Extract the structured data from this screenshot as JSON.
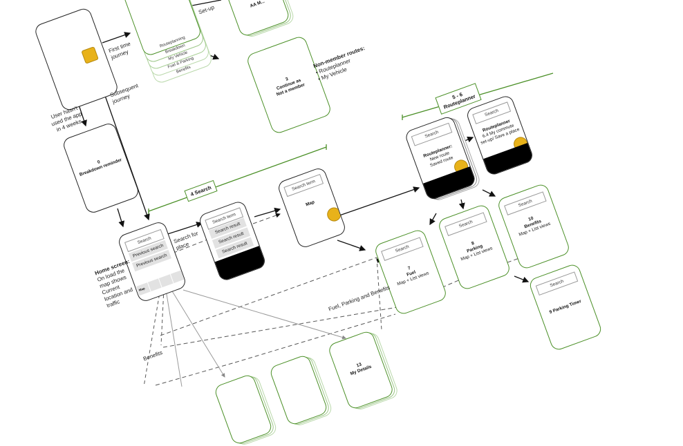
{
  "diagram": {
    "title": "App user journey flow",
    "colors": {
      "phase_green": "#4a8f26",
      "accent_yellow": "#e8b21a",
      "phone_outline": "#222222"
    }
  },
  "annotations": {
    "first_time": "First time journey",
    "subsequent": "Subsequent journey",
    "not_used": "User hasn't used the app in 4 weeks",
    "setup": "Set-up",
    "non_member_title": "Non-member routes:",
    "non_member_items": [
      "• Routeplanner",
      "• My Vehicle"
    ],
    "search_for_place": "Search for place",
    "home_title": "Home screen:",
    "home_desc": "On load the map shows Current location and traffic",
    "fuel_parking_benefits": "Fuel, Parking and Benefits",
    "benefits": "Benefits"
  },
  "phases": {
    "search": "4 Search",
    "routeplanner_num": "5 - 6",
    "routeplanner": "Routeplanner"
  },
  "screens": {
    "onboarding_tabs": [
      "Routeplanning",
      "Breakdown",
      "My Vehicle",
      "Fuel & Parking",
      "Benefits"
    ],
    "aa_stack": "AA M...",
    "not_member": {
      "num": "3",
      "line1": "Continue as",
      "line2": "Not a member"
    },
    "breakdown": {
      "num": "0",
      "title": "Breakdown reminder"
    },
    "home": {
      "search": "Search",
      "prev1": "Previous search",
      "prev2": "Previous search",
      "tab": "Map"
    },
    "results": {
      "term": "Search term",
      "rows": [
        "Search result",
        "Search result",
        "Search result"
      ]
    },
    "map": {
      "term": "Search term",
      "title": "Map"
    },
    "routeplanner": {
      "search": "Search",
      "title": "Routeplanner:",
      "line1": "New route",
      "line2": "Saved route"
    },
    "commute": {
      "search": "Search",
      "title": "Routeplanner",
      "desc": "6.4 My commute set-up/ Save a place"
    },
    "fuel": {
      "search": "Search",
      "num": "7",
      "title": "Fuel",
      "desc": "Map + List views"
    },
    "parking": {
      "search": "Search",
      "num": "8",
      "title": "Parking",
      "desc": "Map + List views"
    },
    "benefits": {
      "search": "Search",
      "num": "10",
      "title": "Benefits",
      "desc": "Map + List views"
    },
    "parking_timer": {
      "search": "Search",
      "title": "9 Parking Timer"
    },
    "my_details": {
      "num": "13",
      "title": "My Details"
    }
  }
}
